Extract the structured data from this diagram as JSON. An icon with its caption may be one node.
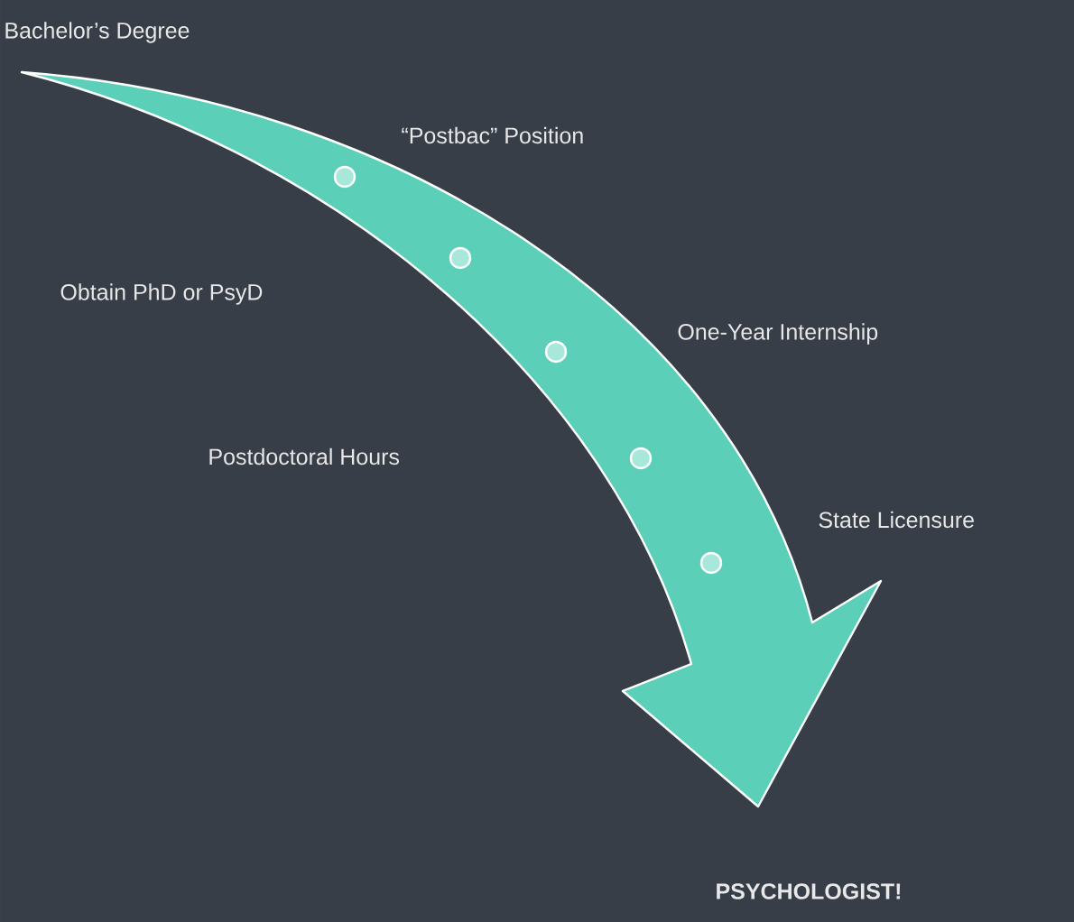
{
  "diagram": {
    "labels": [
      "Bachelor’s Degree",
      "“Postbac” Position",
      "Obtain PhD or PsyD",
      "One-Year Internship",
      "Postdoctoral Hours",
      "State Licensure",
      "PSYCHOLOGIST!"
    ]
  }
}
